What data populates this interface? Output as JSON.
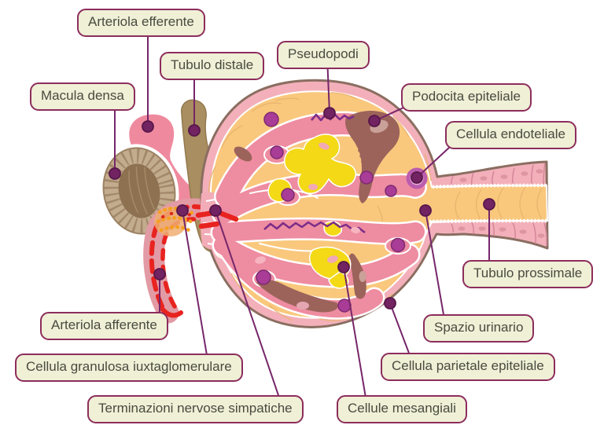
{
  "diagram": {
    "subject": "renal corpuscle (glomerulus) with juxtaglomerular apparatus",
    "labels": [
      {
        "id": "arteriola-efferente",
        "text": "Arteriola efferente"
      },
      {
        "id": "tubulo-distale",
        "text": "Tubulo distale"
      },
      {
        "id": "macula-densa",
        "text": "Macula densa"
      },
      {
        "id": "pseudopodi",
        "text": "Pseudopodi"
      },
      {
        "id": "podocita-epiteliale",
        "text": "Podocita epiteliale"
      },
      {
        "id": "cellula-endoteliale",
        "text": "Cellula endoteliale"
      },
      {
        "id": "tubulo-prossimale",
        "text": "Tubulo prossimale"
      },
      {
        "id": "spazio-urinario",
        "text": "Spazio urinario"
      },
      {
        "id": "cellula-parietale-epiteliale",
        "text": "Cellula parietale epiteliale"
      },
      {
        "id": "cellule-mesangiali",
        "text": "Cellule mesangiali"
      },
      {
        "id": "arteriola-afferente",
        "text": "Arteriola afferente"
      },
      {
        "id": "cellula-granulosa-iuxtaglomerulare",
        "text": "Cellula granulosa iuxtaglomerulare"
      },
      {
        "id": "terminazioni-nervose-simpatiche",
        "text": "Terminazioni nervose simpatiche"
      }
    ],
    "colors": {
      "box-bg": "#eff0d6",
      "box-border": "#8d2d5c",
      "label-text": "#4a4a40",
      "leader": "#76266a",
      "capsule_rim_pink": "#f3b0ba",
      "urinary_space_orange": "#f9c87d",
      "capillary_pink": "#ee8ca1",
      "mesangial_yellow": "#f3d916",
      "podocyte_brown": "#9c635b",
      "nucleus_purple": "#a93c97",
      "pseudopod_purple": "#7b2c88",
      "distal_tubule_brown": "#a88e60",
      "macula_tan": "#c3ac8e",
      "arteriole_pink": "#ef8a9e",
      "blood_red": "#e8231f",
      "granule_orange": "#f59f1f",
      "outline_brown": "#8a6e61"
    }
  }
}
